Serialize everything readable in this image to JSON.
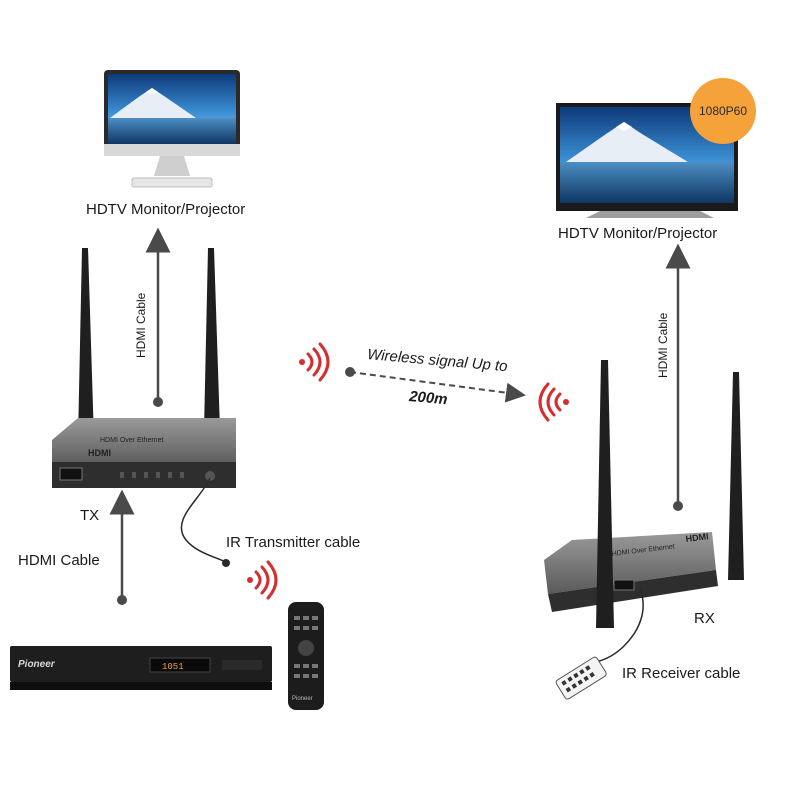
{
  "labels": {
    "monitor_tx": "HDTV Monitor/Projector",
    "monitor_rx": "HDTV Monitor/Projector",
    "hdmi_cable_vertical_left": "HDMI Cable",
    "hdmi_cable_vertical_right": "HDMI Cable",
    "hdmi_cable_input": "HDMI Cable",
    "tx": "TX",
    "rx": "RX",
    "ir_transmitter": "IR Transmitter cable",
    "ir_receiver": "IR Receiver cable",
    "wireless_signal": "Wireless signal Up to",
    "distance": "200m",
    "resolution_badge": "1080P60"
  },
  "devices": {
    "tx_panel_title": "HDMI Over Ethernet",
    "tx_logo": "HDMI",
    "rx_panel_title": "HDMI Over Ethernet",
    "rx_logo": "HDMI",
    "player_brand": "Pioneer",
    "player_display": "1051",
    "remote_brand": "Pioneer"
  },
  "colors": {
    "arrow": "#4a4a4a",
    "wifi": "#d32f2f",
    "badge": "#f5a23a",
    "device": "#3a3a3a"
  },
  "icons": [
    "monitor-icon",
    "tv-icon",
    "antenna-icon",
    "wifi-signal-icon",
    "dvd-player-icon",
    "remote-control-icon"
  ]
}
